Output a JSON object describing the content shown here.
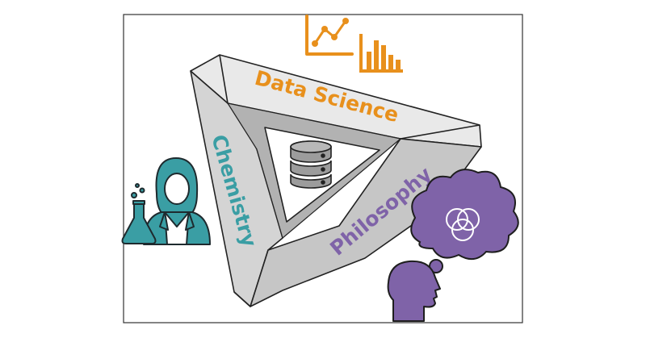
{
  "labels": {
    "data_science": "Data Science",
    "chemistry": "Chemistry",
    "philosophy": "Philosophy"
  },
  "colors": {
    "data_science": "#e8901c",
    "chemistry": "#3a9ea4",
    "philosophy": "#7f63a8",
    "triangle_light": "#e6e6e6",
    "triangle_mid": "#c8c8c8",
    "triangle_dark": "#a9a9a9",
    "database": "#9a9a9a"
  },
  "icons": {
    "line_chart": "line-chart-icon",
    "bar_chart": "bar-chart-icon",
    "database": "database-icon",
    "scientist": "scientist-icon",
    "flask": "flask-icon",
    "thinking_head": "thinking-head-icon",
    "thought_bubble": "thought-bubble-icon",
    "venn": "venn-diagram-icon"
  }
}
